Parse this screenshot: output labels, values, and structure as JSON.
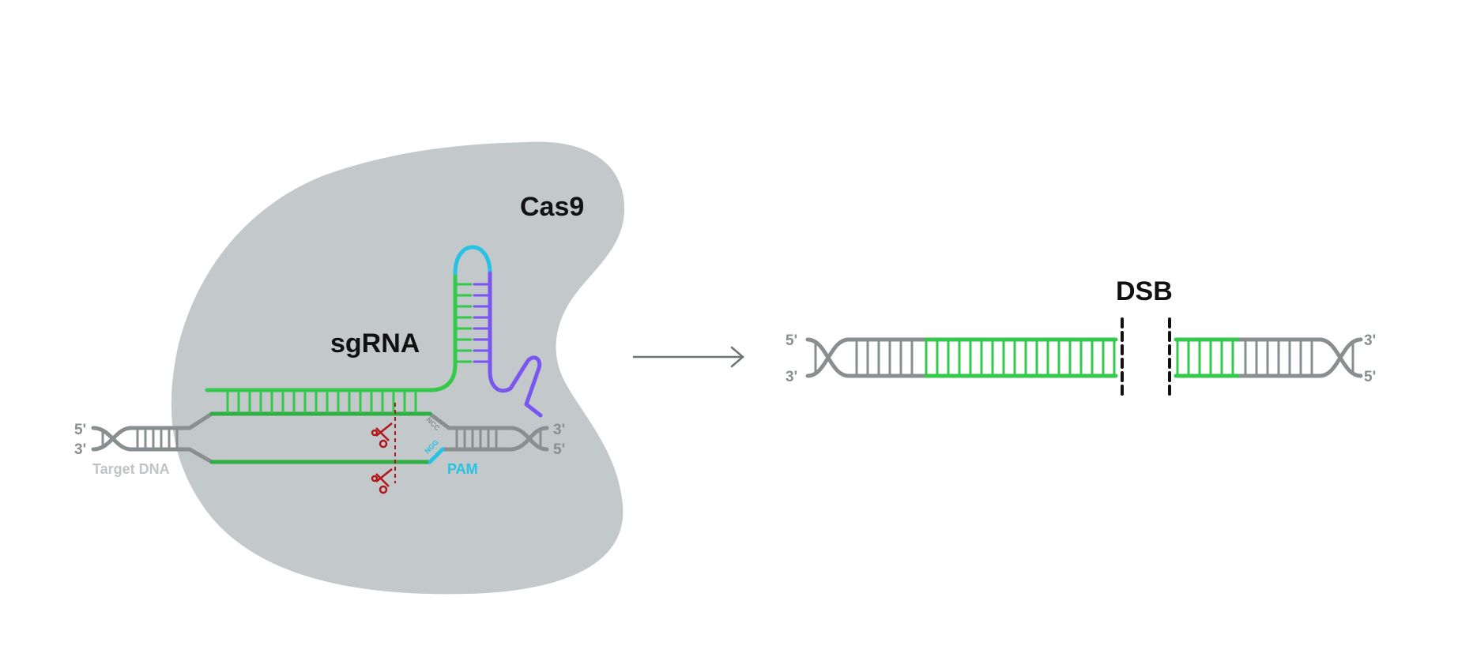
{
  "labels": {
    "cas9": "Cas9",
    "sgrna": "sgRNA",
    "target_dna": "Target DNA",
    "pam": "PAM",
    "ncc": "NCC",
    "ngg": "NGG",
    "dsb": "DSB",
    "end_5": "5'",
    "end_3": "3'"
  },
  "colors": {
    "protein": "#c3c8ca",
    "dna_gray": "#898e90",
    "guide_green": "#33c94a",
    "target_green": "#2fae43",
    "loop_cyan": "#25c2e5",
    "tail_purple": "#7b55f0",
    "cut_red": "#b3161d",
    "target_label": "#c0c4c6",
    "pam_label": "#25c2e5",
    "arrow": "#6e7477",
    "text": "#111111"
  },
  "icons": {
    "cut_marker": "scissors-icon",
    "process_arrow": "right-arrow-icon"
  }
}
